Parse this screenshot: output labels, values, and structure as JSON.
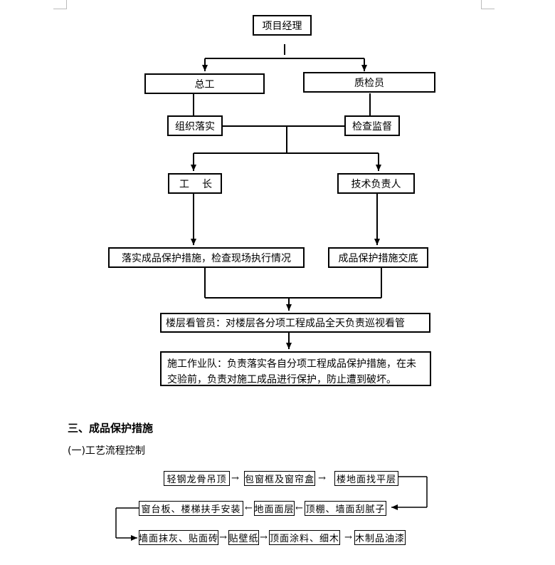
{
  "org_chart": {
    "project_manager": "项目经理",
    "chief_engineer": "总工",
    "quality_inspector": "质检员",
    "organize_implement": "组织落实",
    "inspect_supervise": "检查监督",
    "foreman": "工　长",
    "tech_lead": "技术负责人",
    "implement_protection": "落实成品保护措施，检查现场执行情况",
    "protection_briefing": "成品保护措施交底",
    "floor_keeper": "楼层看管员：对楼层各分项工程成品全天负责巡视看管",
    "work_team": "施工作业队：负责落实各自分项工程成品保护措施，在未交验前，负责对施工成品进行保护，防止遭到破坏。"
  },
  "section": {
    "heading": "三、成品保护措施",
    "subheading": "(一)工艺流程控制"
  },
  "process_flow": {
    "row1": [
      "轻钢龙骨吊顶",
      "包窗框及窗帘盒",
      "楼地面找平层"
    ],
    "row2": [
      "窗台板、楼梯扶手安装",
      "地面面层",
      "顶棚、墙面刮腻子"
    ],
    "row3": [
      "墙面抹灰、贴面砖",
      "贴壁纸",
      "顶面涂料、细木",
      "木制品油漆"
    ],
    "arrow_right": "→",
    "arrow_left": "←"
  }
}
